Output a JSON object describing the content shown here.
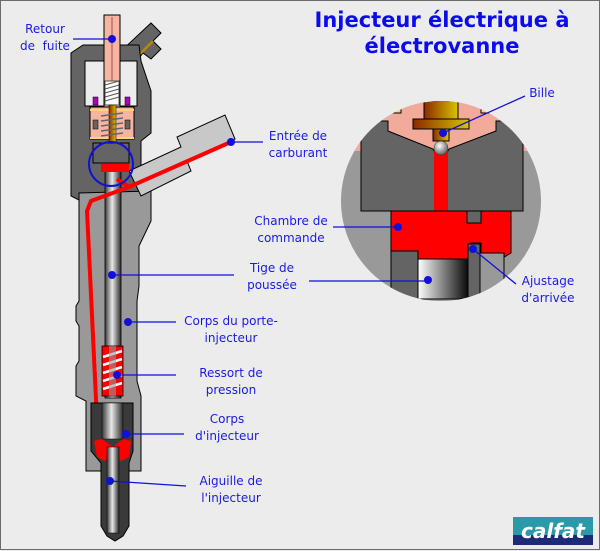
{
  "title": {
    "line1": "Injecteur électrique à",
    "line2": "électrovanne"
  },
  "labels": {
    "retour_fuite": [
      "Retour",
      "de  fuite"
    ],
    "entree_carburant": [
      "Entrée de",
      "carburant"
    ],
    "bille": [
      "Bille"
    ],
    "chambre_commande": [
      "Chambre de",
      "commande"
    ],
    "tige_poussee": [
      "Tige de",
      "poussée"
    ],
    "ajustage_arrivee": [
      "Ajustage",
      "d'arrivée"
    ],
    "corps_porte_injecteur": [
      "Corps du porte-",
      "injecteur"
    ],
    "ressort_pression": [
      "Ressort de",
      "pression"
    ],
    "corps_injecteur": [
      "Corps",
      "d'injecteur"
    ],
    "aiguille_injecteur": [
      "Aiguille de",
      "l'injecteur"
    ]
  },
  "logo": {
    "text": "calfat"
  },
  "colors": {
    "background": "#ececec",
    "label_blue": "#1a1ae6",
    "title_blue": "#0b0bf0",
    "fuel_red": "#ff0000",
    "body_gray": "#999999",
    "dark_gray": "#646464",
    "solenoid_pink": "#f5b5a0",
    "logo_teal": "#2a9aa8",
    "logo_navy": "#1c2a78"
  }
}
